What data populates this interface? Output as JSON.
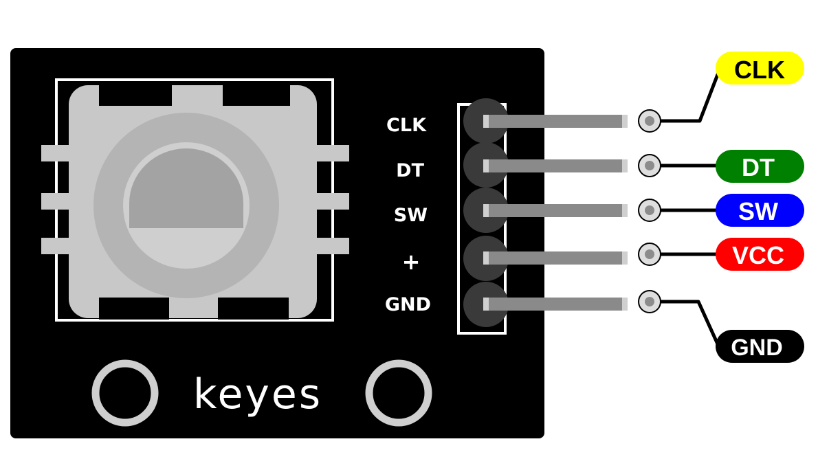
{
  "board": {
    "brand": "keyes",
    "silkscreen_labels": [
      "CLK",
      "DT",
      "SW",
      "+",
      "GND"
    ]
  },
  "pin_tags": [
    {
      "label": "CLK",
      "color": "#ffff00",
      "text_color": "#000000"
    },
    {
      "label": "DT",
      "color": "#008000",
      "text_color": "#ffffff"
    },
    {
      "label": "SW",
      "color": "#0000ff",
      "text_color": "#ffffff"
    },
    {
      "label": "VCC",
      "color": "#ff0000",
      "text_color": "#ffffff"
    },
    {
      "label": "GND",
      "color": "#000000",
      "text_color": "#ffffff"
    }
  ],
  "colors": {
    "pcb": "#000000",
    "encoder_body": "#c8c8c8",
    "knob": "#a0a0a0",
    "header_pin": "#3a3a3a",
    "lead": "#8a8a8a"
  }
}
